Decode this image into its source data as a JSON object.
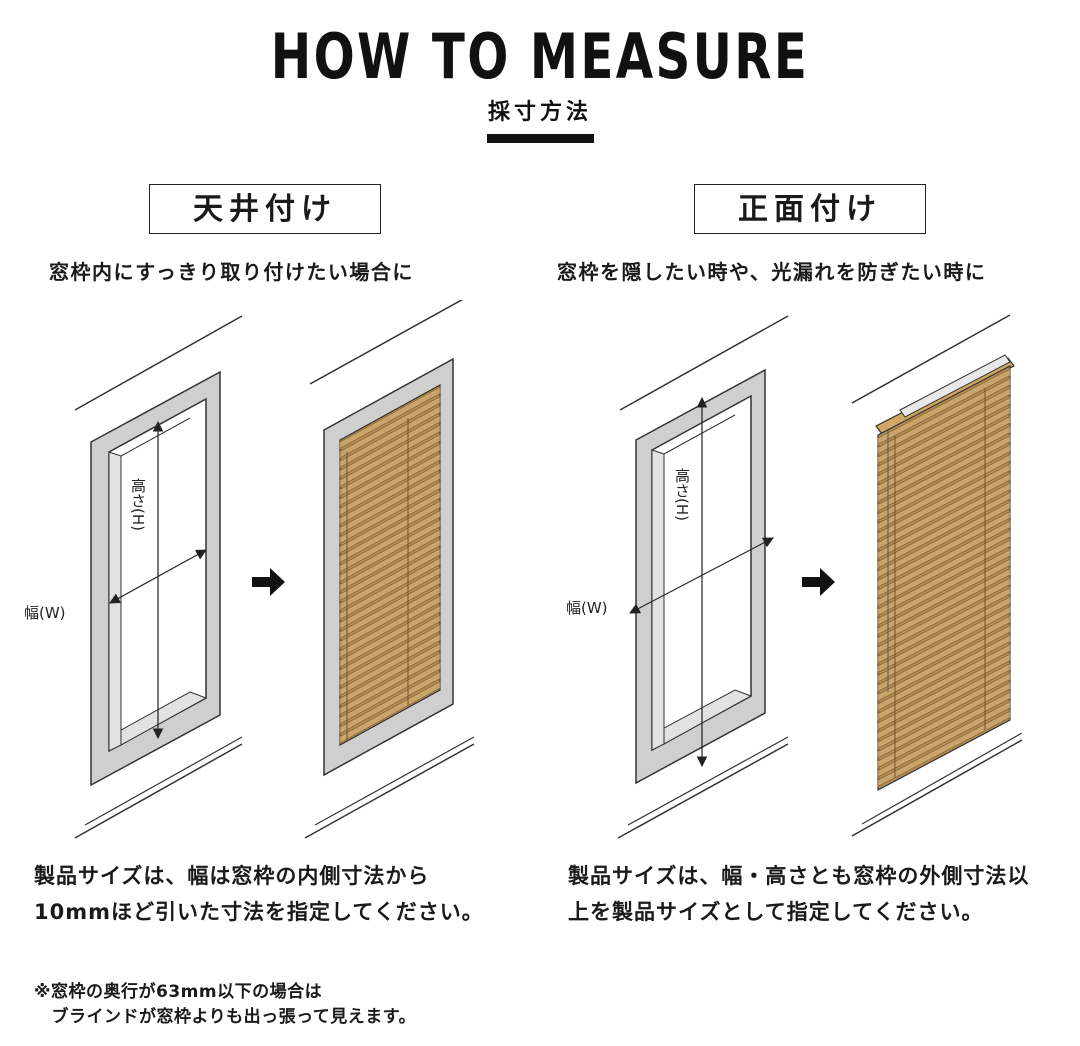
{
  "header": {
    "title": "HOW TO MEASURE",
    "subtitle": "採寸方法"
  },
  "left": {
    "mount_label": "天井付け",
    "caption": "窓枠内にすっきり取り付けたい場合に",
    "width_label": "幅(W)",
    "height_label": "高さ(H)",
    "note": "製品サイズは、幅は窓枠の内側寸法から10mmほど引いた寸法を指定してください。",
    "footnote": "※窓枠の奥行が63mm以下の場合は\n　ブラインドが窓枠よりも出っ張って見えます。"
  },
  "right": {
    "mount_label": "正面付け",
    "caption": "窓枠を隠したい時や、光漏れを防ぎたい時に",
    "width_label": "幅(W)",
    "height_label": "高さ(H)",
    "note": "製品サイズは、幅・高さとも窓枠の外側寸法以上を製品サイズとして指定してください。"
  },
  "colors": {
    "frame": "#cfcfcf",
    "blind": "#c9a56b",
    "blind_dark": "#8a6a3c",
    "ink": "#1a1a1a"
  }
}
